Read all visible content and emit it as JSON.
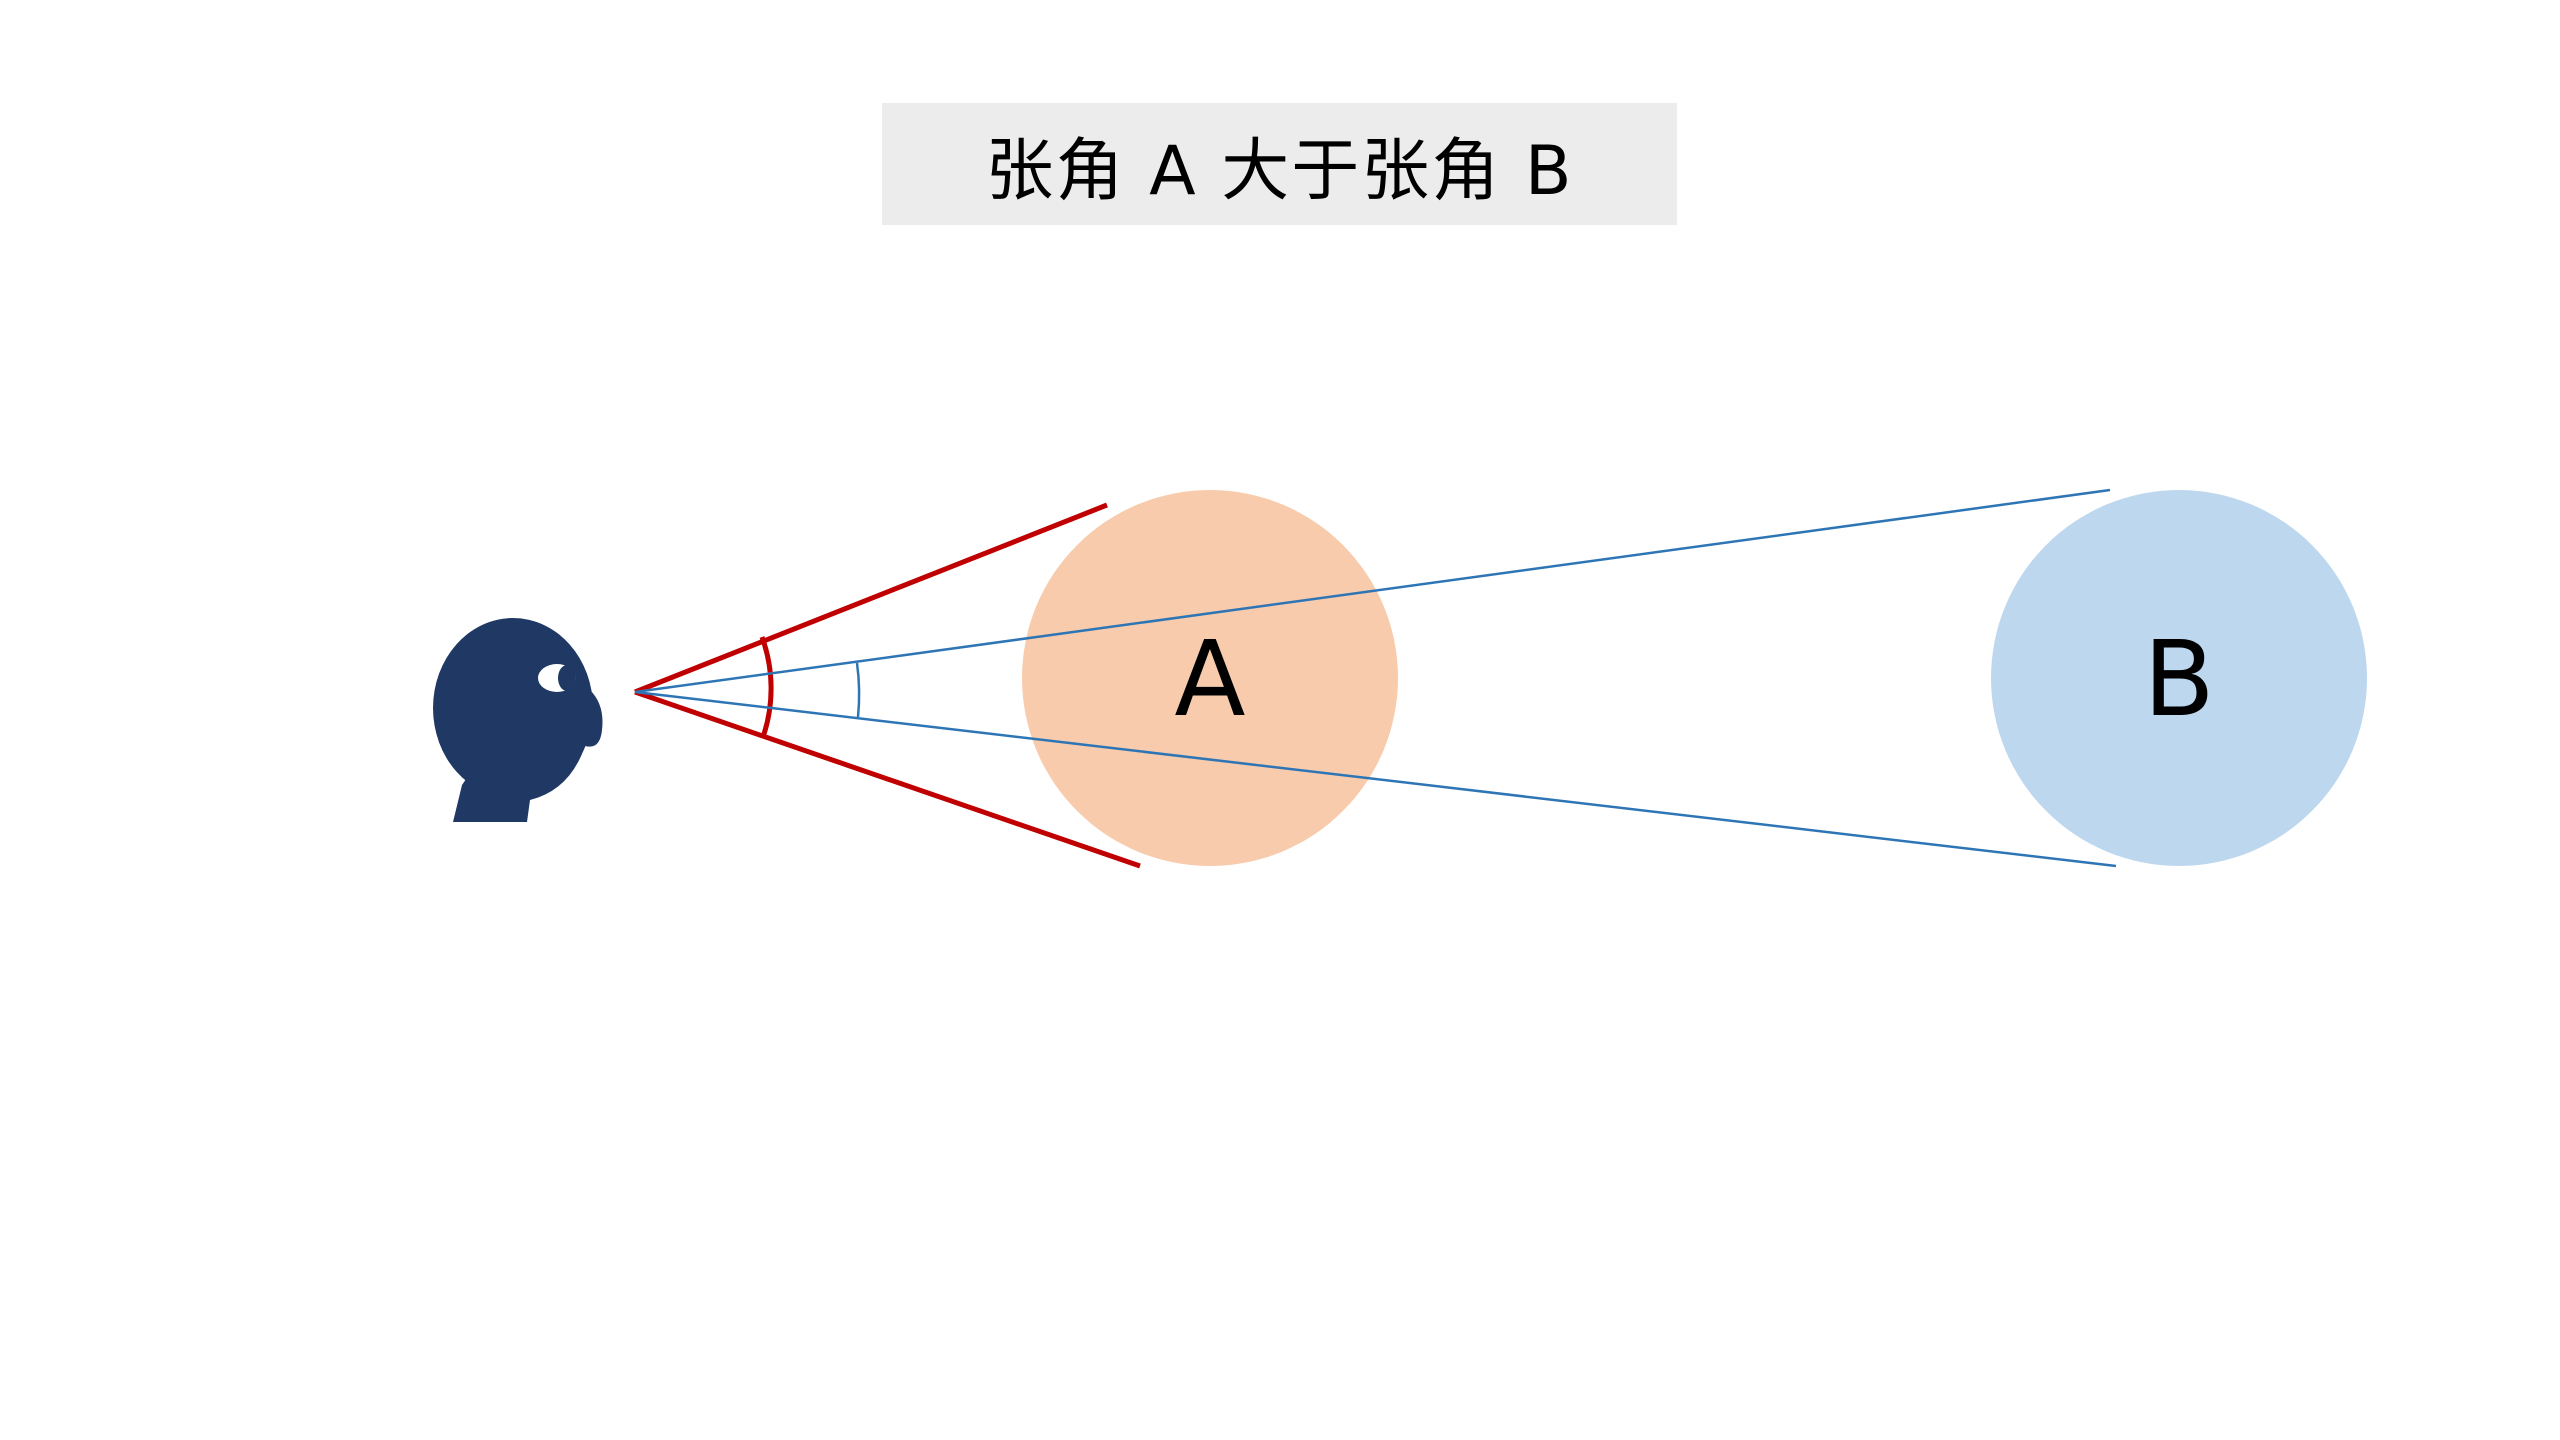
{
  "title": "张角 A 大于张角 B",
  "circle_a": {
    "label": "A",
    "color": "#f7cbab"
  },
  "circle_b": {
    "label": "B",
    "color": "#bdd7ee"
  },
  "colors": {
    "head": "#203864",
    "angle_a_lines": "#c00000",
    "angle_b_lines": "#2e75b6"
  }
}
